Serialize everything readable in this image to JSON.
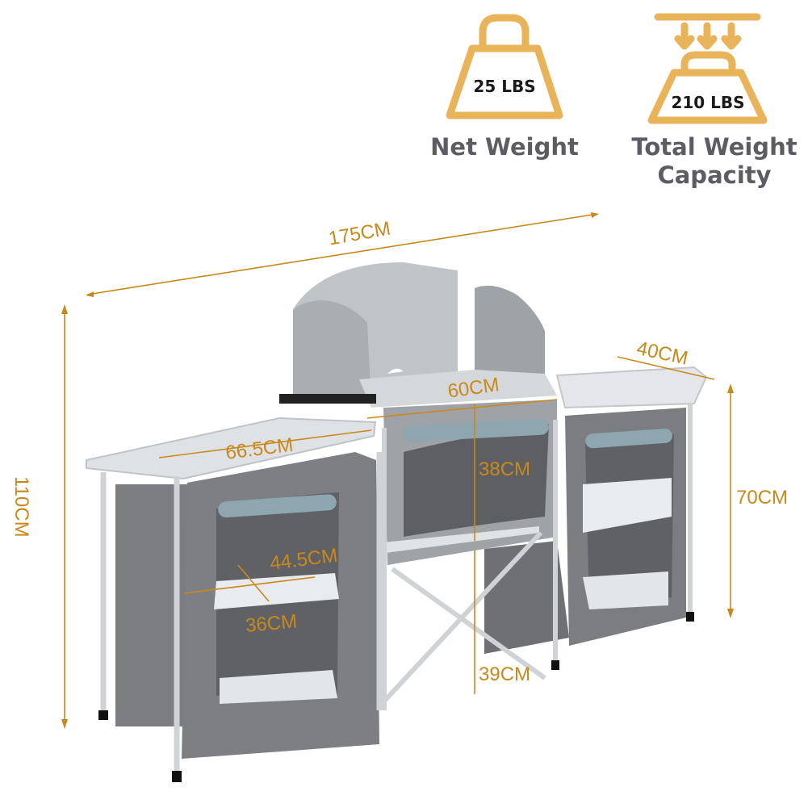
{
  "badges": {
    "net_weight": {
      "icon": "kettlebell-weight-icon",
      "value": "25 LBS",
      "label": "Net Weight"
    },
    "capacity": {
      "icon": "load-weight-icon",
      "value": "210 LBS",
      "label_line1": "Total Weight",
      "label_line2": "Capacity"
    }
  },
  "dimensions": {
    "total_width": "175CM",
    "total_height": "110CM",
    "side_depth": "40CM",
    "center_width": "60CM",
    "left_table_width": "66.5CM",
    "cabinet_width": "44.5CM",
    "cabinet_depth": "36CM",
    "center_cabinet_height": "38CM",
    "center_clearance": "39CM",
    "side_table_height": "70CM"
  },
  "colors": {
    "accent": "#e9b35a",
    "dimension": "#c8891c",
    "caption": "#5c5c63",
    "fabric": "#7d7f83",
    "aluminum": "#d9dde0"
  }
}
